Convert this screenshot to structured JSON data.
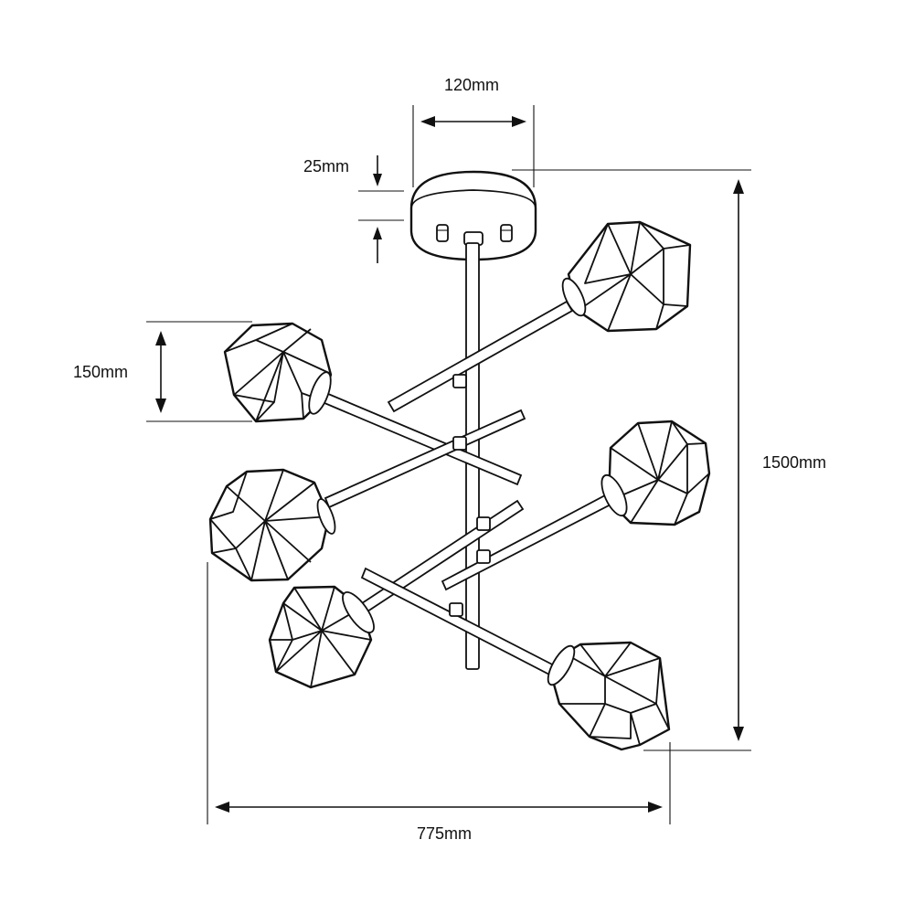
{
  "dimensions": {
    "canopy_width": "120mm",
    "canopy_height": "25mm",
    "shade_height": "150mm",
    "total_height": "1500mm",
    "total_width": "775mm"
  },
  "colors": {
    "line": "#111111",
    "background": "#ffffff"
  }
}
